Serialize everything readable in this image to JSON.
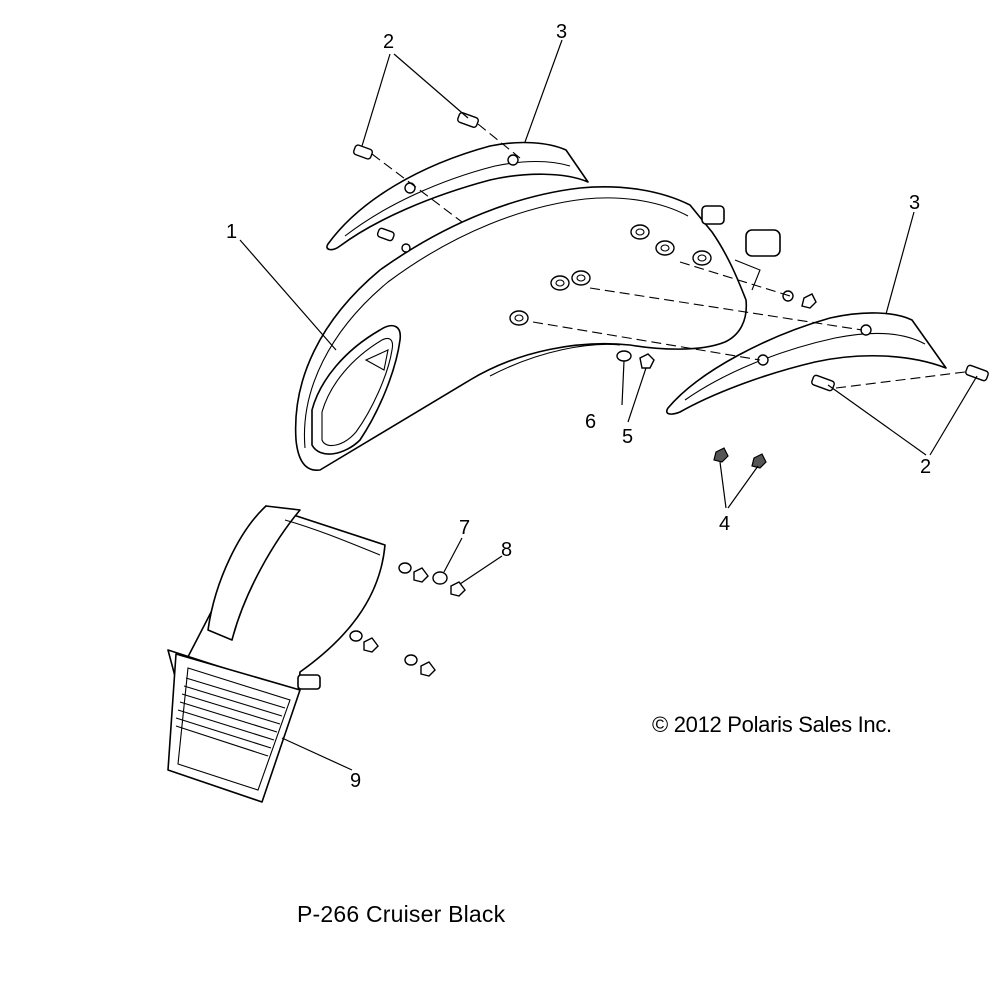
{
  "diagram": {
    "callouts": [
      {
        "id": "c1",
        "label": "1"
      },
      {
        "id": "c2a",
        "label": "2"
      },
      {
        "id": "c2b",
        "label": "2"
      },
      {
        "id": "c3a",
        "label": "3"
      },
      {
        "id": "c3b",
        "label": "3"
      },
      {
        "id": "c4",
        "label": "4"
      },
      {
        "id": "c5",
        "label": "5"
      },
      {
        "id": "c6",
        "label": "6"
      },
      {
        "id": "c7",
        "label": "7"
      },
      {
        "id": "c8",
        "label": "8"
      },
      {
        "id": "c9",
        "label": "9"
      }
    ],
    "copyright": "© 2012 Polaris Sales Inc.",
    "caption": "P-266  Cruiser Black"
  }
}
